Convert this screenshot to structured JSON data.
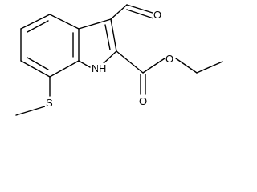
{
  "molecule": {
    "atoms": {
      "formyl_oxygen": "O",
      "ester_oxygen_single": "O",
      "ester_oxygen_double": "O",
      "indole_nitrogen": "N",
      "indole_hydrogen": "H",
      "sulfur": "S"
    },
    "colors": {
      "bond": "#000000",
      "background": "#ffffff"
    }
  }
}
